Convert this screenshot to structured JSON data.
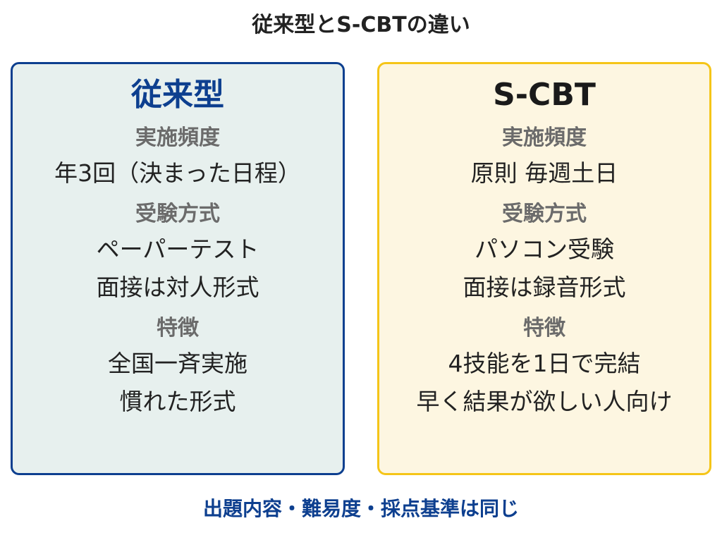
{
  "title": "従来型とS-CBTの違い",
  "colors": {
    "navy": "#0d3f8f",
    "gold": "#f5c518",
    "left_fill": "#e7f0ee",
    "right_fill": "#fdf6e1",
    "label_gray": "#6b6b6b"
  },
  "left": {
    "title": "従来型",
    "sections": [
      {
        "label": "実施頻度",
        "values": [
          "年3回（決まった日程）"
        ]
      },
      {
        "label": "受験方式",
        "values": [
          "ペーパーテスト",
          "面接は対人形式"
        ]
      },
      {
        "label": "特徴",
        "values": [
          "全国一斉実施",
          "慣れた形式"
        ]
      }
    ]
  },
  "right": {
    "title": "S-CBT",
    "sections": [
      {
        "label": "実施頻度",
        "values": [
          "原則 毎週土日"
        ]
      },
      {
        "label": "受験方式",
        "values": [
          "パソコン受験",
          "面接は録音形式"
        ]
      },
      {
        "label": "特徴",
        "values": [
          "4技能を1日で完結",
          "早く結果が欲しい人向け"
        ]
      }
    ]
  },
  "footer": "出題内容・難易度・採点基準は同じ"
}
